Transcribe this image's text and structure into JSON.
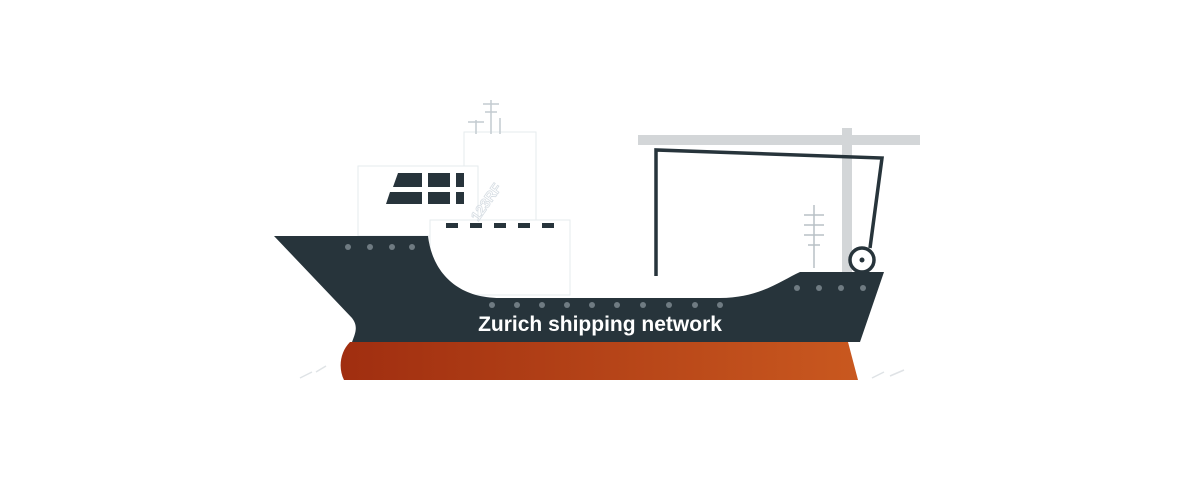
{
  "image": {
    "subject": "cargo-ship-illustration",
    "hull_label": "Zurich shipping network",
    "watermark_text": "123RF",
    "colors": {
      "hull_upper": "#27343b",
      "hull_lower_start": "#a02e10",
      "hull_lower_end": "#c9581f",
      "superstructure": "#ffffff",
      "porthole": "#6f7b82",
      "crane_arm": "#d3d6d8",
      "crane_line": "#27343b",
      "label_text": "#ffffff"
    }
  }
}
